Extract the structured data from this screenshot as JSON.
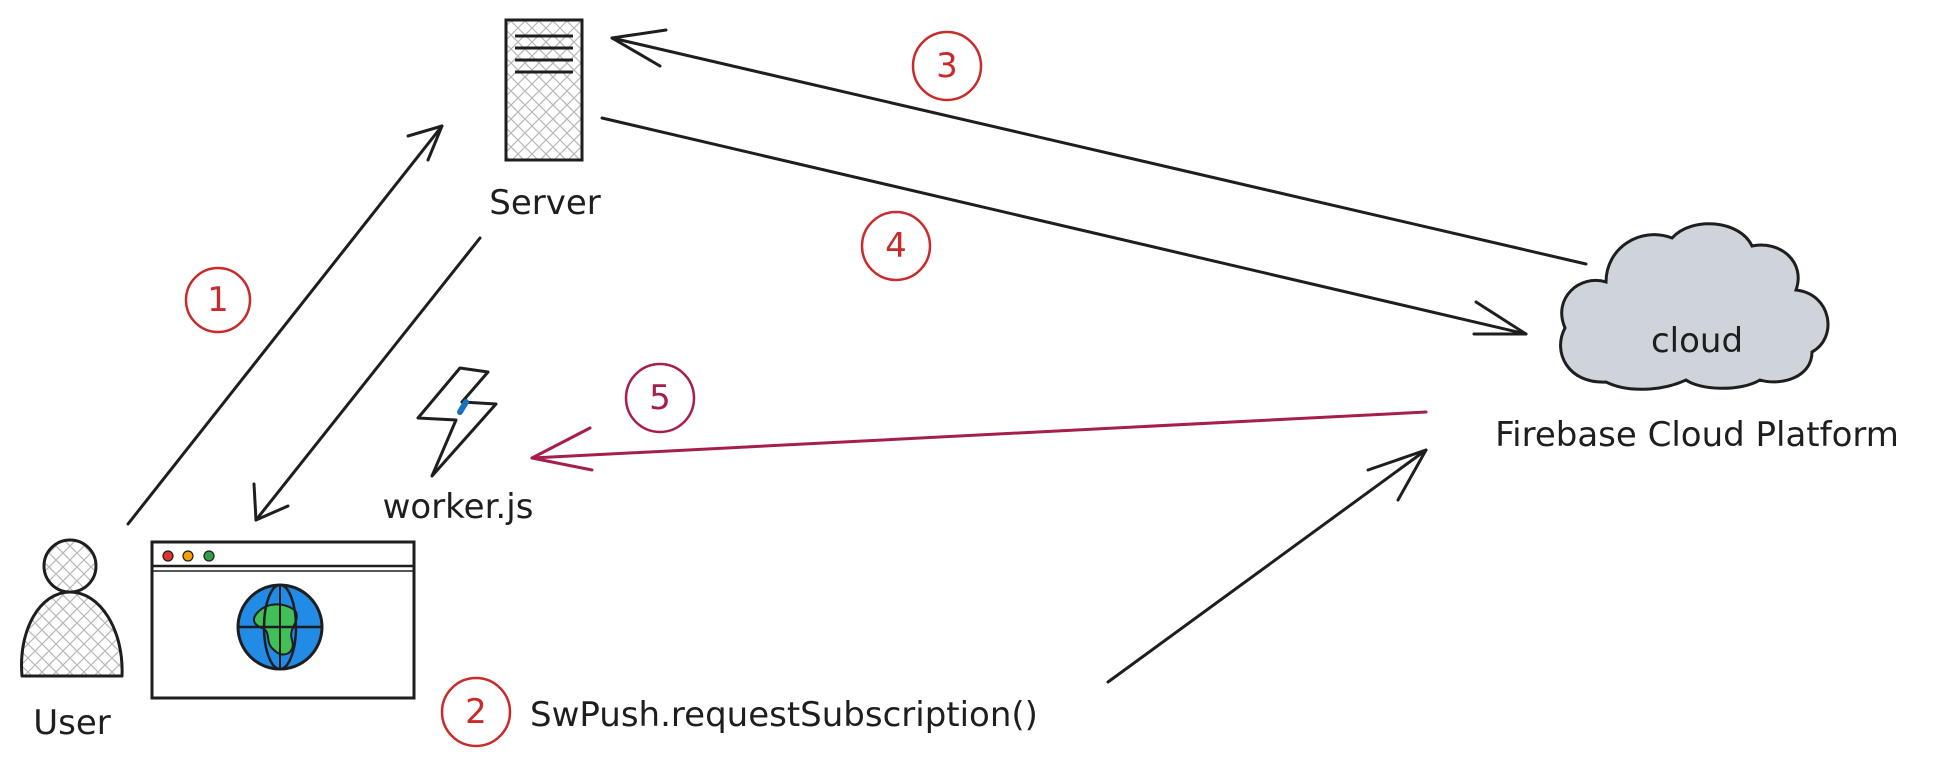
{
  "colors": {
    "ink": "#1e1e1e",
    "red": "#c92a2a",
    "crimson": "#a61e4d",
    "cloud_fill": "#ced4da",
    "globe_blue": "#228be6",
    "globe_green": "#40c057",
    "dot_red": "#e03131",
    "dot_yellow": "#f59f00",
    "dot_green": "#2f9e44",
    "bolt_accent": "#1971c2"
  },
  "nodes": {
    "server": {
      "label": "Server",
      "icon": "server-icon"
    },
    "cloud": {
      "label": "cloud",
      "icon": "cloud-icon"
    },
    "firebase": {
      "label": "Firebase Cloud Platform"
    },
    "worker": {
      "label": "worker.js",
      "icon": "lightning-icon"
    },
    "user": {
      "label": "User",
      "icon": "user-icon"
    },
    "browser": {
      "icon": "browser-window-icon",
      "content_icon": "globe-icon"
    }
  },
  "steps": {
    "s1": "1",
    "s2": "2",
    "s3": "3",
    "s4": "4",
    "s5": "5"
  },
  "step2_text": "SwPush.requestSubscription()"
}
